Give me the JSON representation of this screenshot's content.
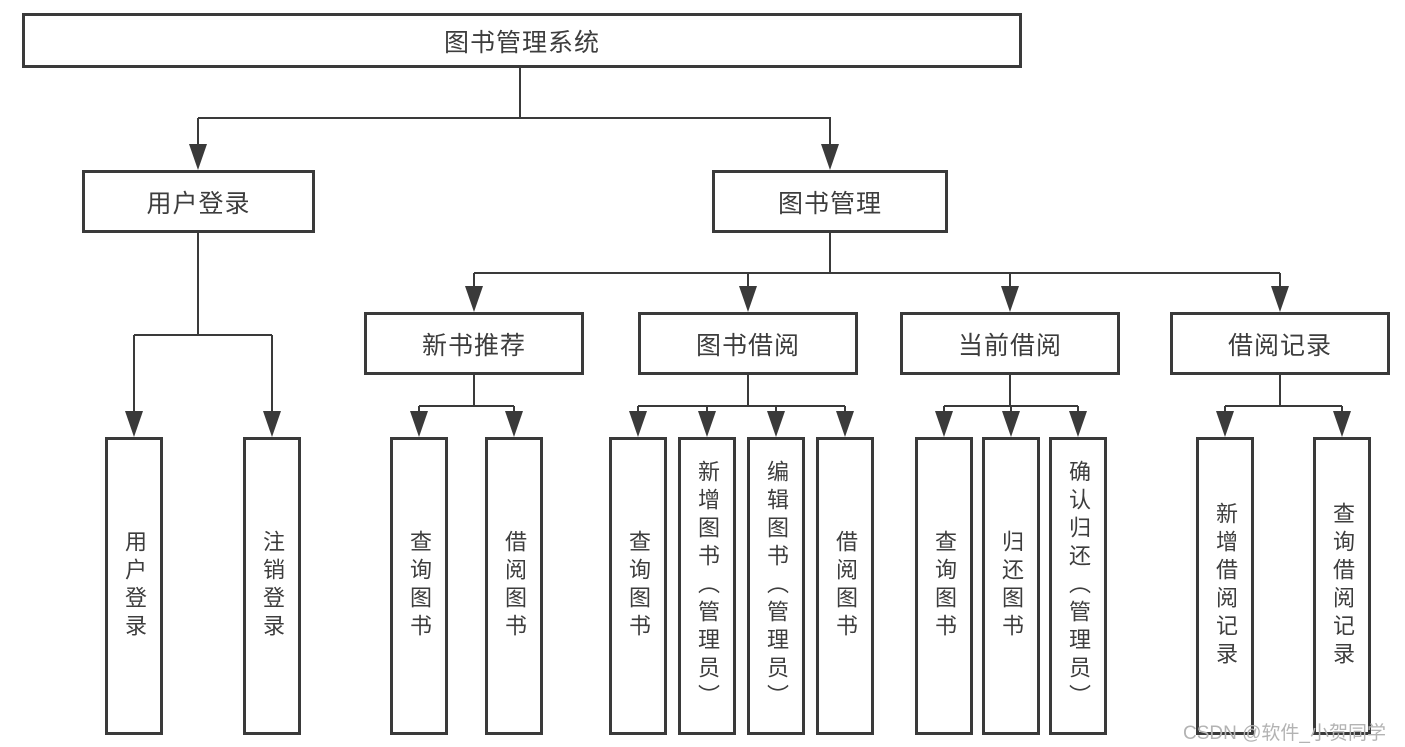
{
  "tree": {
    "root": "图书管理系统",
    "branches": [
      {
        "label": "用户登录",
        "children": [
          "用户登录",
          "注销登录"
        ]
      },
      {
        "label": "图书管理",
        "sections": [
          {
            "label": "新书推荐",
            "children": [
              "查询图书",
              "借阅图书"
            ]
          },
          {
            "label": "图书借阅",
            "children": [
              "查询图书",
              "新增图书（管理员）",
              "编辑图书（管理员）",
              "借阅图书"
            ]
          },
          {
            "label": "当前借阅",
            "children": [
              "查询图书",
              "归还图书",
              "确认归还（管理员）"
            ]
          },
          {
            "label": "借阅记录",
            "children": [
              "新增借阅记录",
              "查询借阅记录"
            ]
          }
        ]
      }
    ]
  },
  "watermark": "CSDN @软件_小贺同学",
  "colors": {
    "line": "#3a3a3a",
    "text": "#3d3d3d",
    "watermark": "#b3b3b3",
    "background": "#ffffff"
  }
}
